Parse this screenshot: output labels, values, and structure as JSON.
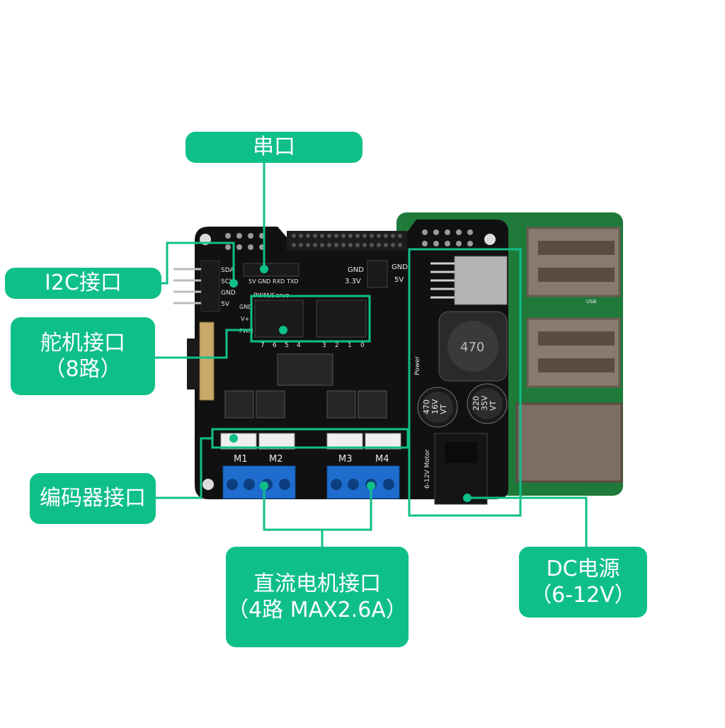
{
  "callouts": {
    "uart": {
      "line1": "串口"
    },
    "i2c": {
      "line1": "I2C接口"
    },
    "servo": {
      "line1": "舵机接口",
      "line2": "（8路）"
    },
    "encoder": {
      "line1": "编码器接口"
    },
    "dc_motor": {
      "line1": "直流电机接口",
      "line2": "（4路 MAX2.6A）"
    },
    "dc_power": {
      "line1": "DC电源",
      "line2": "（6-12V）"
    }
  },
  "board_text": {
    "i2c_pins": [
      "SDA",
      "SCL",
      "GND",
      "5V"
    ],
    "uart_pins": [
      "5V",
      "GND",
      "RXD",
      "TXD"
    ],
    "power_pins_left": [
      "GND",
      "3.3V"
    ],
    "power_pins_right": [
      "GND",
      "5V"
    ],
    "servo_title": "PWM/Servo",
    "servo_rows": [
      "GND",
      "V+",
      "PWM"
    ],
    "servo_numbers": [
      "7",
      "6",
      "5",
      "4",
      "3",
      "2",
      "1",
      "0"
    ],
    "motor_labels": [
      "M1",
      "M2",
      "M3",
      "M4"
    ],
    "inductor_value": "470",
    "cap1_value": "470",
    "cap1_voltage": "16V",
    "cap1_mark": "VT",
    "cap2_value": "220",
    "cap2_voltage": "35V",
    "cap2_mark": "VT",
    "power_label": "Power",
    "motor_supply_label": "6-12V  Motor",
    "usb_label": "USB"
  },
  "colors": {
    "accent": "#0fbf8a",
    "board": "#111111",
    "pcb_green": "#1f7a3a"
  }
}
